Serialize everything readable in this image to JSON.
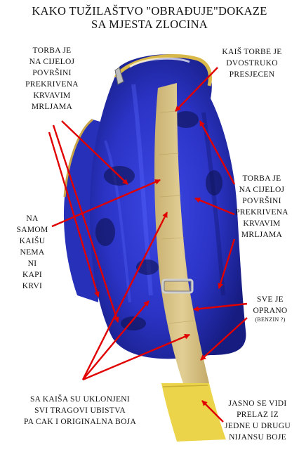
{
  "title": {
    "line1": "KAKO TUŽILAŠTVO \"OBRAĐUJE\"DOKAZE",
    "line2": "SA MJESTA ZLOCINA"
  },
  "labels": {
    "torba_left": [
      "TORBA JE",
      "NA CIJELOJ",
      "POVRŠINI",
      "PREKRIVENA",
      "KRVAVIM",
      "MRLJAMA"
    ],
    "kais_dvostruko": [
      "KAIŠ TORBE JE",
      "DVOSTRUKO",
      "PRESJECEN"
    ],
    "torba_right": [
      "TORBA JE",
      "NA CIJELOJ",
      "POVRŠINI",
      "PREKRIVENA",
      "KRVAVIM",
      "MRLJAMA"
    ],
    "na_samom": [
      "NA",
      "SAMOM",
      "KAIŠU",
      "NEMA",
      "NI",
      "KAPI",
      "KRVI"
    ],
    "sve_oprano": [
      "SVE JE",
      "OPRANO"
    ],
    "benzin": "(BENZIN ?)",
    "sa_kaisa": [
      "SA KAIŠA SU UKLONJENI",
      "SVI TRAGOVI UBISTVA",
      "PA CAK I ORIGINALNA BOJA"
    ],
    "jasno": [
      "JASNO SE VIDI",
      "PRELAZ IZ",
      "JEDNE U DRUGU",
      "NIJANSU BOJE"
    ]
  },
  "colors": {
    "bag_blue": "#2b35c8",
    "bag_dark": "#141a7a",
    "strap_tan": "#d8c284",
    "strap_yellow": "#ecd44a",
    "arrow_red": "#e10000"
  }
}
